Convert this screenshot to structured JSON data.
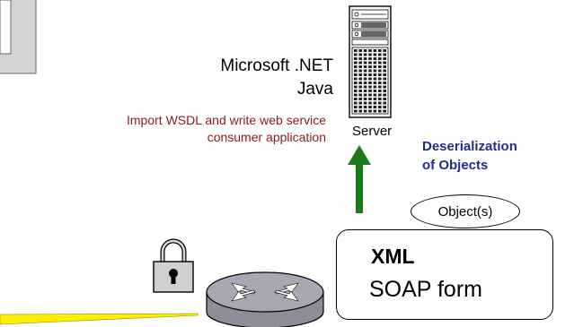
{
  "platforms": {
    "line1": "Microsoft .NET",
    "line2": "Java"
  },
  "note": {
    "line1": "Import WSDL and write web service",
    "line2": "consumer application"
  },
  "server": {
    "label": "Server"
  },
  "deserialization": {
    "line1": "Deserialization",
    "line2": "of Objects"
  },
  "objects_bubble": {
    "label": "Object(s)"
  },
  "xml_box": {
    "title": "XML",
    "subtitle": "SOAP form"
  },
  "colors": {
    "note_text": "#8b1a1a",
    "deserialization_text": "#1f2d8c",
    "arrow": "#1a7a1a",
    "connection_line": "#ffee00",
    "router": "#8e8e9a",
    "lock": "#d0d0d0"
  },
  "icons": {
    "top_left": "window-fragment-icon",
    "server": "server-tower-icon",
    "lock": "padlock-icon",
    "router": "router-icon",
    "arrow": "arrow-up-icon"
  }
}
